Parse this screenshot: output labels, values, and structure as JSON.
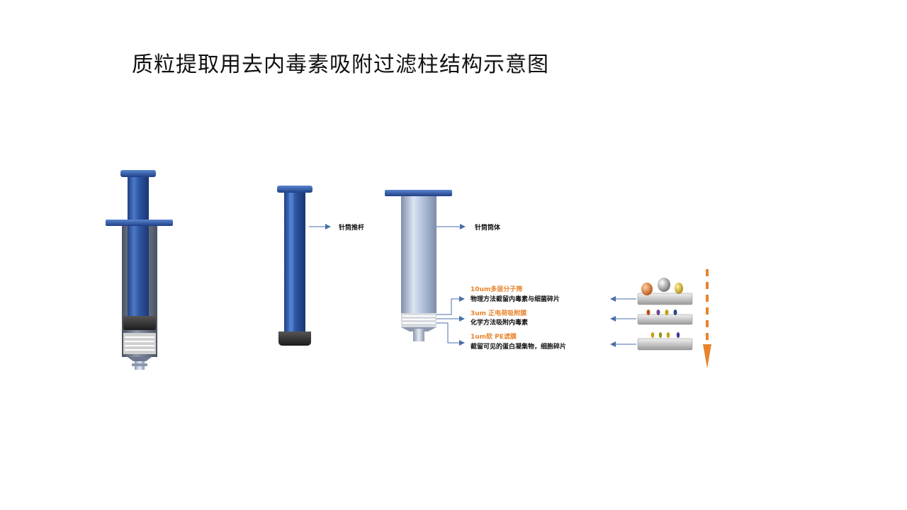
{
  "title": "质粒提取用去内毒素吸附过滤柱结构示意图",
  "labels": {
    "plunger": "针筒推杆",
    "barrel": "针筒筒体",
    "layer1_title": "10um多层分子筛",
    "layer1_desc": "物理方法截留内毒素与细菌碎片",
    "layer2_title": "3um 正电荷吸附膜",
    "layer2_desc": "化学方法吸附内毒素",
    "layer3_title": "1um软 PE滤膜",
    "layer3_desc": "截留可见的蛋白凝集物，细胞碎片"
  },
  "colors": {
    "plunger_blue": "#3f68b0",
    "accent_orange": "#e8842c",
    "arrow_blue": "#4a6fa8"
  }
}
